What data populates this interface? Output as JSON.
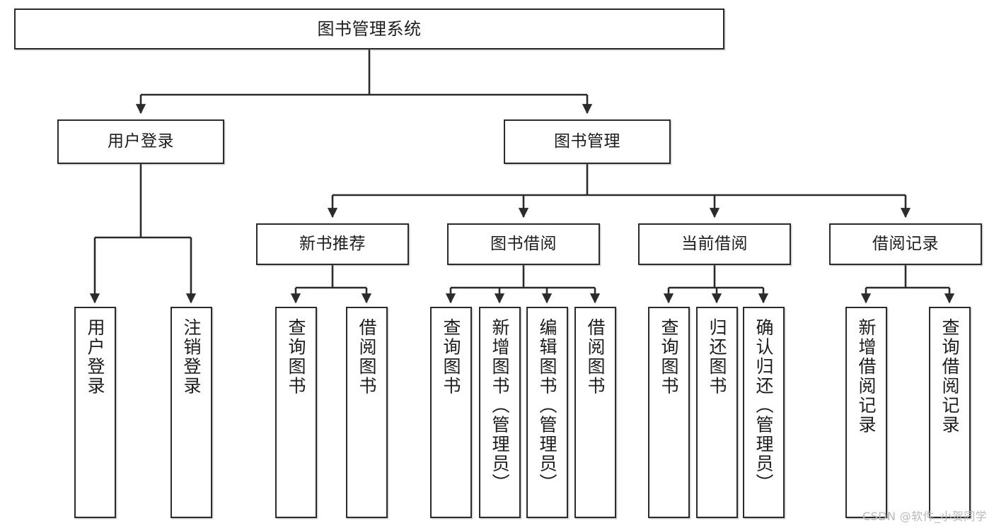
{
  "diagram": {
    "title": "图书管理系统",
    "watermark": "CSDN @软件_小贺同学",
    "stroke_color": "#2b2b2b",
    "background_color": "#ffffff",
    "text_color": "#1c1c1c",
    "root": {
      "id": "root",
      "label": "图书管理系统"
    },
    "level2": [
      {
        "id": "user-login",
        "label": "用户登录"
      },
      {
        "id": "book-manage",
        "label": "图书管理"
      }
    ],
    "level3": [
      {
        "id": "new-book-recommend",
        "label": "新书推荐"
      },
      {
        "id": "book-borrow",
        "label": "图书借阅"
      },
      {
        "id": "current-borrow",
        "label": "当前借阅"
      },
      {
        "id": "borrow-record",
        "label": "借阅记录"
      }
    ],
    "leaves": {
      "user_login": [
        {
          "id": "leaf-user-login",
          "label": "用户登录"
        },
        {
          "id": "leaf-user-logout",
          "label": "注销登录"
        }
      ],
      "new_book_recommend": [
        {
          "id": "leaf-query-book-1",
          "label": "查询图书"
        },
        {
          "id": "leaf-borrow-book-1",
          "label": "借阅图书"
        }
      ],
      "book_borrow": [
        {
          "id": "leaf-query-book-2",
          "label": "查询图书"
        },
        {
          "id": "leaf-add-book",
          "label": "新增图书（管理员）"
        },
        {
          "id": "leaf-edit-book",
          "label": "编辑图书（管理员）"
        },
        {
          "id": "leaf-borrow-book-2",
          "label": "借阅图书"
        }
      ],
      "current_borrow": [
        {
          "id": "leaf-query-book-3",
          "label": "查询图书"
        },
        {
          "id": "leaf-return-book",
          "label": "归还图书"
        },
        {
          "id": "leaf-confirm-return",
          "label": "确认归还（管理员）"
        }
      ],
      "borrow_record": [
        {
          "id": "leaf-add-record",
          "label": "新增借阅记录"
        },
        {
          "id": "leaf-query-record",
          "label": "查询借阅记录"
        }
      ]
    }
  }
}
